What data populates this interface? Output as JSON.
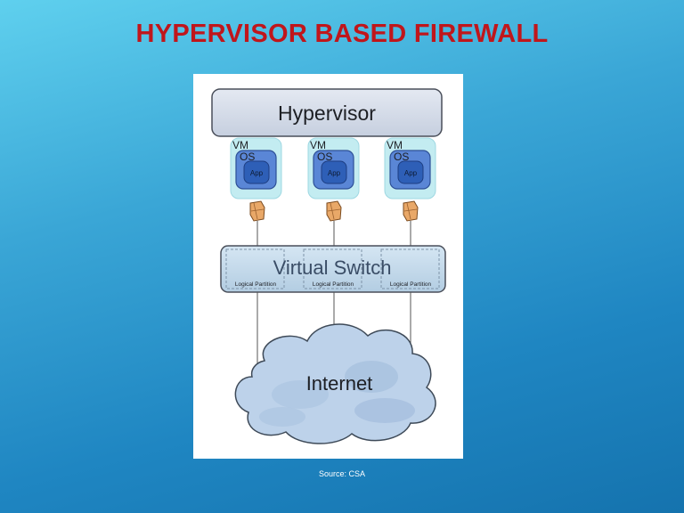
{
  "slide": {
    "title": "HYPERVISOR BASED FIREWALL",
    "source": "Source: CSA"
  },
  "diagram": {
    "hypervisor_label": "Hypervisor",
    "vms": [
      {
        "vm_label": "VM",
        "os_label": "OS",
        "app_label": "App"
      },
      {
        "vm_label": "VM",
        "os_label": "OS",
        "app_label": "App"
      },
      {
        "vm_label": "VM",
        "os_label": "OS",
        "app_label": "App"
      }
    ],
    "switch_label": "Virtual Switch",
    "partitions": [
      "Logical Partition",
      "Logical Partition",
      "Logical Partition"
    ],
    "internet_label": "Internet",
    "firewall_icon": "firewall-brick-icon"
  },
  "colors": {
    "title": "#c0161b",
    "hypervisor_fill": "#cdd5e3",
    "vm_halo": "#c3ecf1",
    "os_fill": "#5a86d6",
    "app_fill": "#2e5fb7",
    "firewall": "#e9a868",
    "cloud": "#bdd2ea"
  }
}
